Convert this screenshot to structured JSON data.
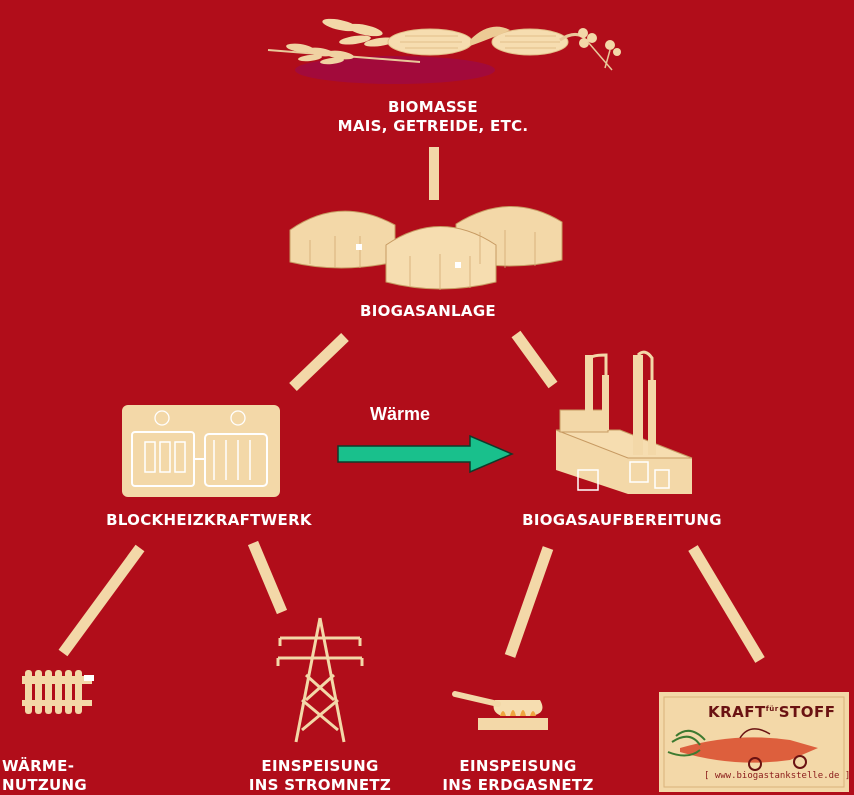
{
  "colors": {
    "background": "#b10d1a",
    "cream": "#f3d8a8",
    "arrow": "#19c08c",
    "text": "#ffffff"
  },
  "nodes": {
    "biomasse": {
      "line1": "BIOMASSE",
      "line2": "MAIS, GETREIDE, ETC.",
      "icon": "crops-icon"
    },
    "biogasanlage": {
      "label": "BIOGASANLAGE",
      "icon": "digester-tanks-icon"
    },
    "bhkw": {
      "label": "BLOCKHEIZKRAFTWERK",
      "icon": "generator-icon"
    },
    "aufbereitung": {
      "label": "BIOGASAUFBEREITUNG",
      "icon": "processing-plant-icon"
    },
    "waerme": {
      "line1": "WÄRME-",
      "line2": "NUTZUNG",
      "icon": "radiator-icon"
    },
    "strom": {
      "line1": "EINSPEISUNG",
      "line2": "INS STROMNETZ",
      "icon": "power-pylon-icon"
    },
    "erdgas": {
      "line1": "EINSPEISUNG",
      "line2": "INS ERDGASNETZ",
      "icon": "gas-stove-pan-icon"
    },
    "kraftstoff": {
      "title_a": "KRAFT",
      "title_sup": "für",
      "title_b": "STOFF",
      "url": "[ www.biogastankstelle.de ]",
      "icon": "carrot-car-icon"
    }
  },
  "edge_label": "Wärme"
}
